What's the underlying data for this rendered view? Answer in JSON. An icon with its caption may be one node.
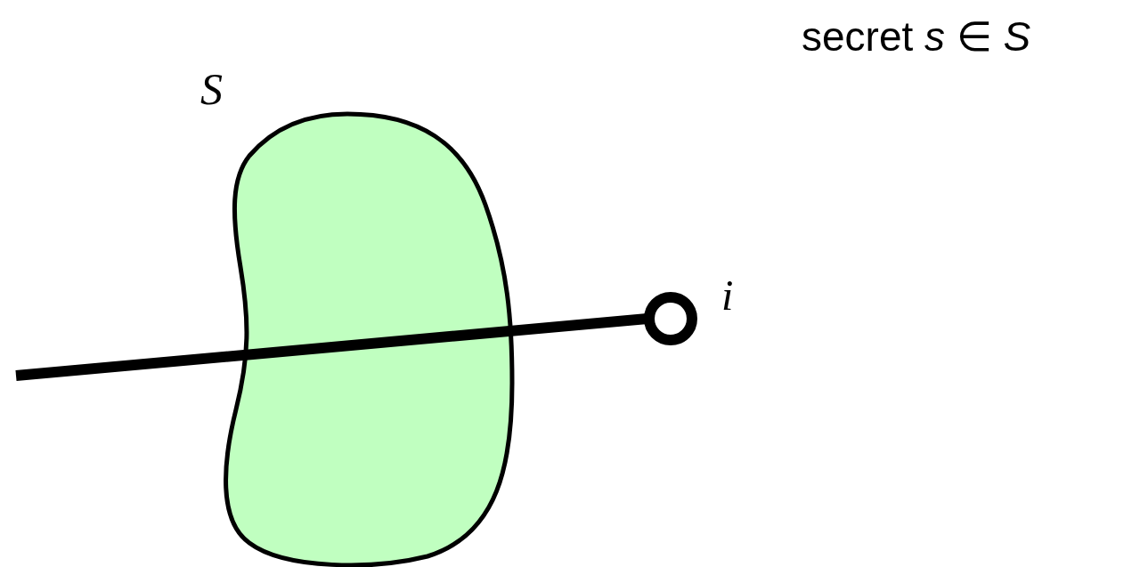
{
  "diagram": {
    "nodes": [
      {
        "text": [
          "S"
        ]
      },
      {
        "text": [],
        "shape": "circle",
        "beside": [
          "i"
        ]
      }
    ],
    "edges": [
      {
        "from": null,
        "to": 1,
        "arrow": "none"
      }
    ],
    "labels": [
      "secret *s* ∈ *S*"
    ]
  }
}
